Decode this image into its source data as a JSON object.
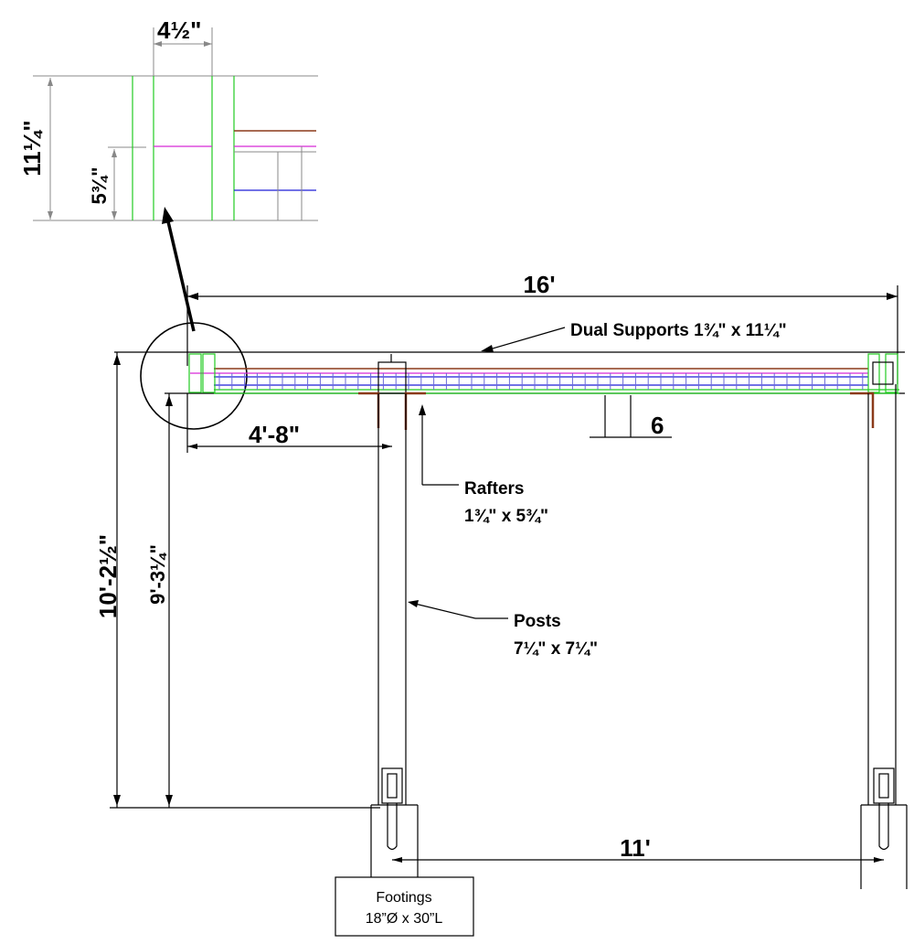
{
  "detail": {
    "width_label": "4½\"",
    "height_label": "11¼\"",
    "rafter_label": "5¾\""
  },
  "top_dimension": "16'",
  "dual_supports_label": "Dual Supports 1¾\" x 11¼\"",
  "rafter_spacing": "6",
  "overhang_dimension": "4'-8\"",
  "rafters_label": [
    "Rafters",
    "1¾\" x 5¾\""
  ],
  "overall_height": "10'-2½\"",
  "post_height": "9'-3¼\"",
  "posts_label": [
    "Posts",
    "7¼\" x 7¼\""
  ],
  "footing_spacing": "11'",
  "footings_label": [
    "Footings",
    "18”Ø x 30”L"
  ],
  "colors": {
    "outline": "#000000",
    "support": "#22cc22",
    "rafter": "#1d1dd8",
    "ledger": "#8b3a1a",
    "accent": "#d629d6"
  }
}
